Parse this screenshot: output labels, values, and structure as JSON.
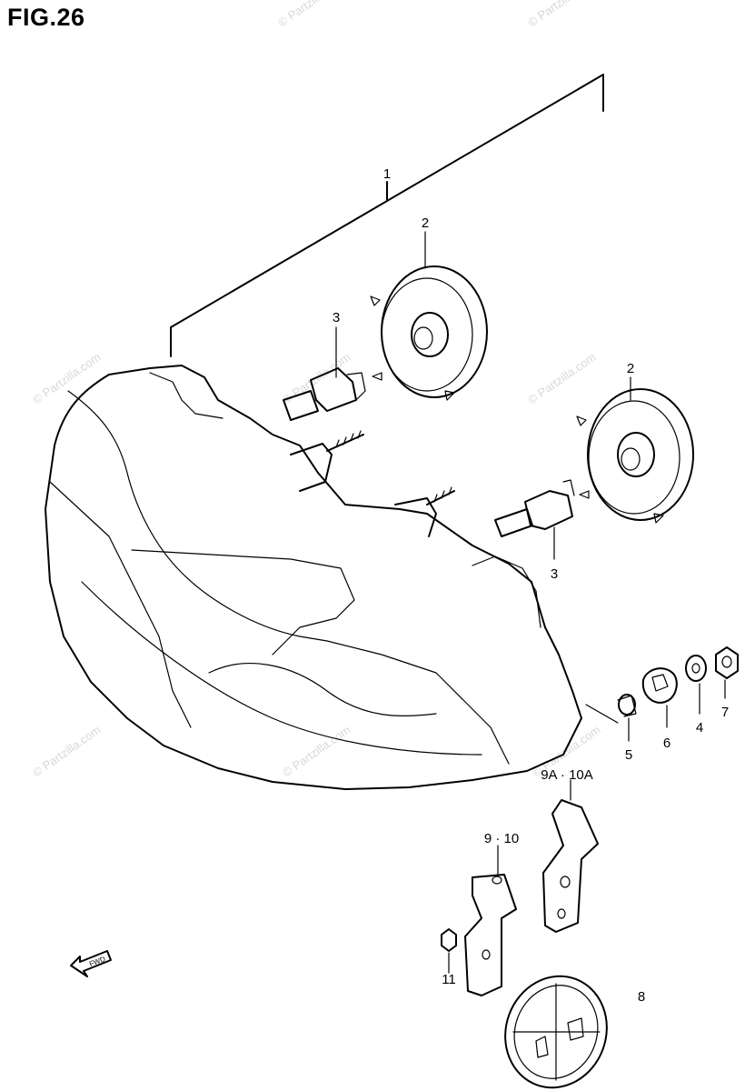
{
  "figure": {
    "title": "FIG.26"
  },
  "watermark": {
    "text": "© Partzilla.com"
  },
  "callouts": {
    "p1": "1",
    "p2a": "2",
    "p2b": "2",
    "p3a": "3",
    "p3b": "3",
    "p4": "4",
    "p5": "5",
    "p6": "6",
    "p7": "7",
    "p8": "8",
    "p9_10": "9 · 10",
    "p9a_10a": "9A · 10A",
    "p11": "11"
  },
  "direction_arrow": {
    "label": "FWD"
  },
  "colors": {
    "line": "#000000",
    "watermark": "#d8d8d8",
    "background": "#ffffff"
  }
}
